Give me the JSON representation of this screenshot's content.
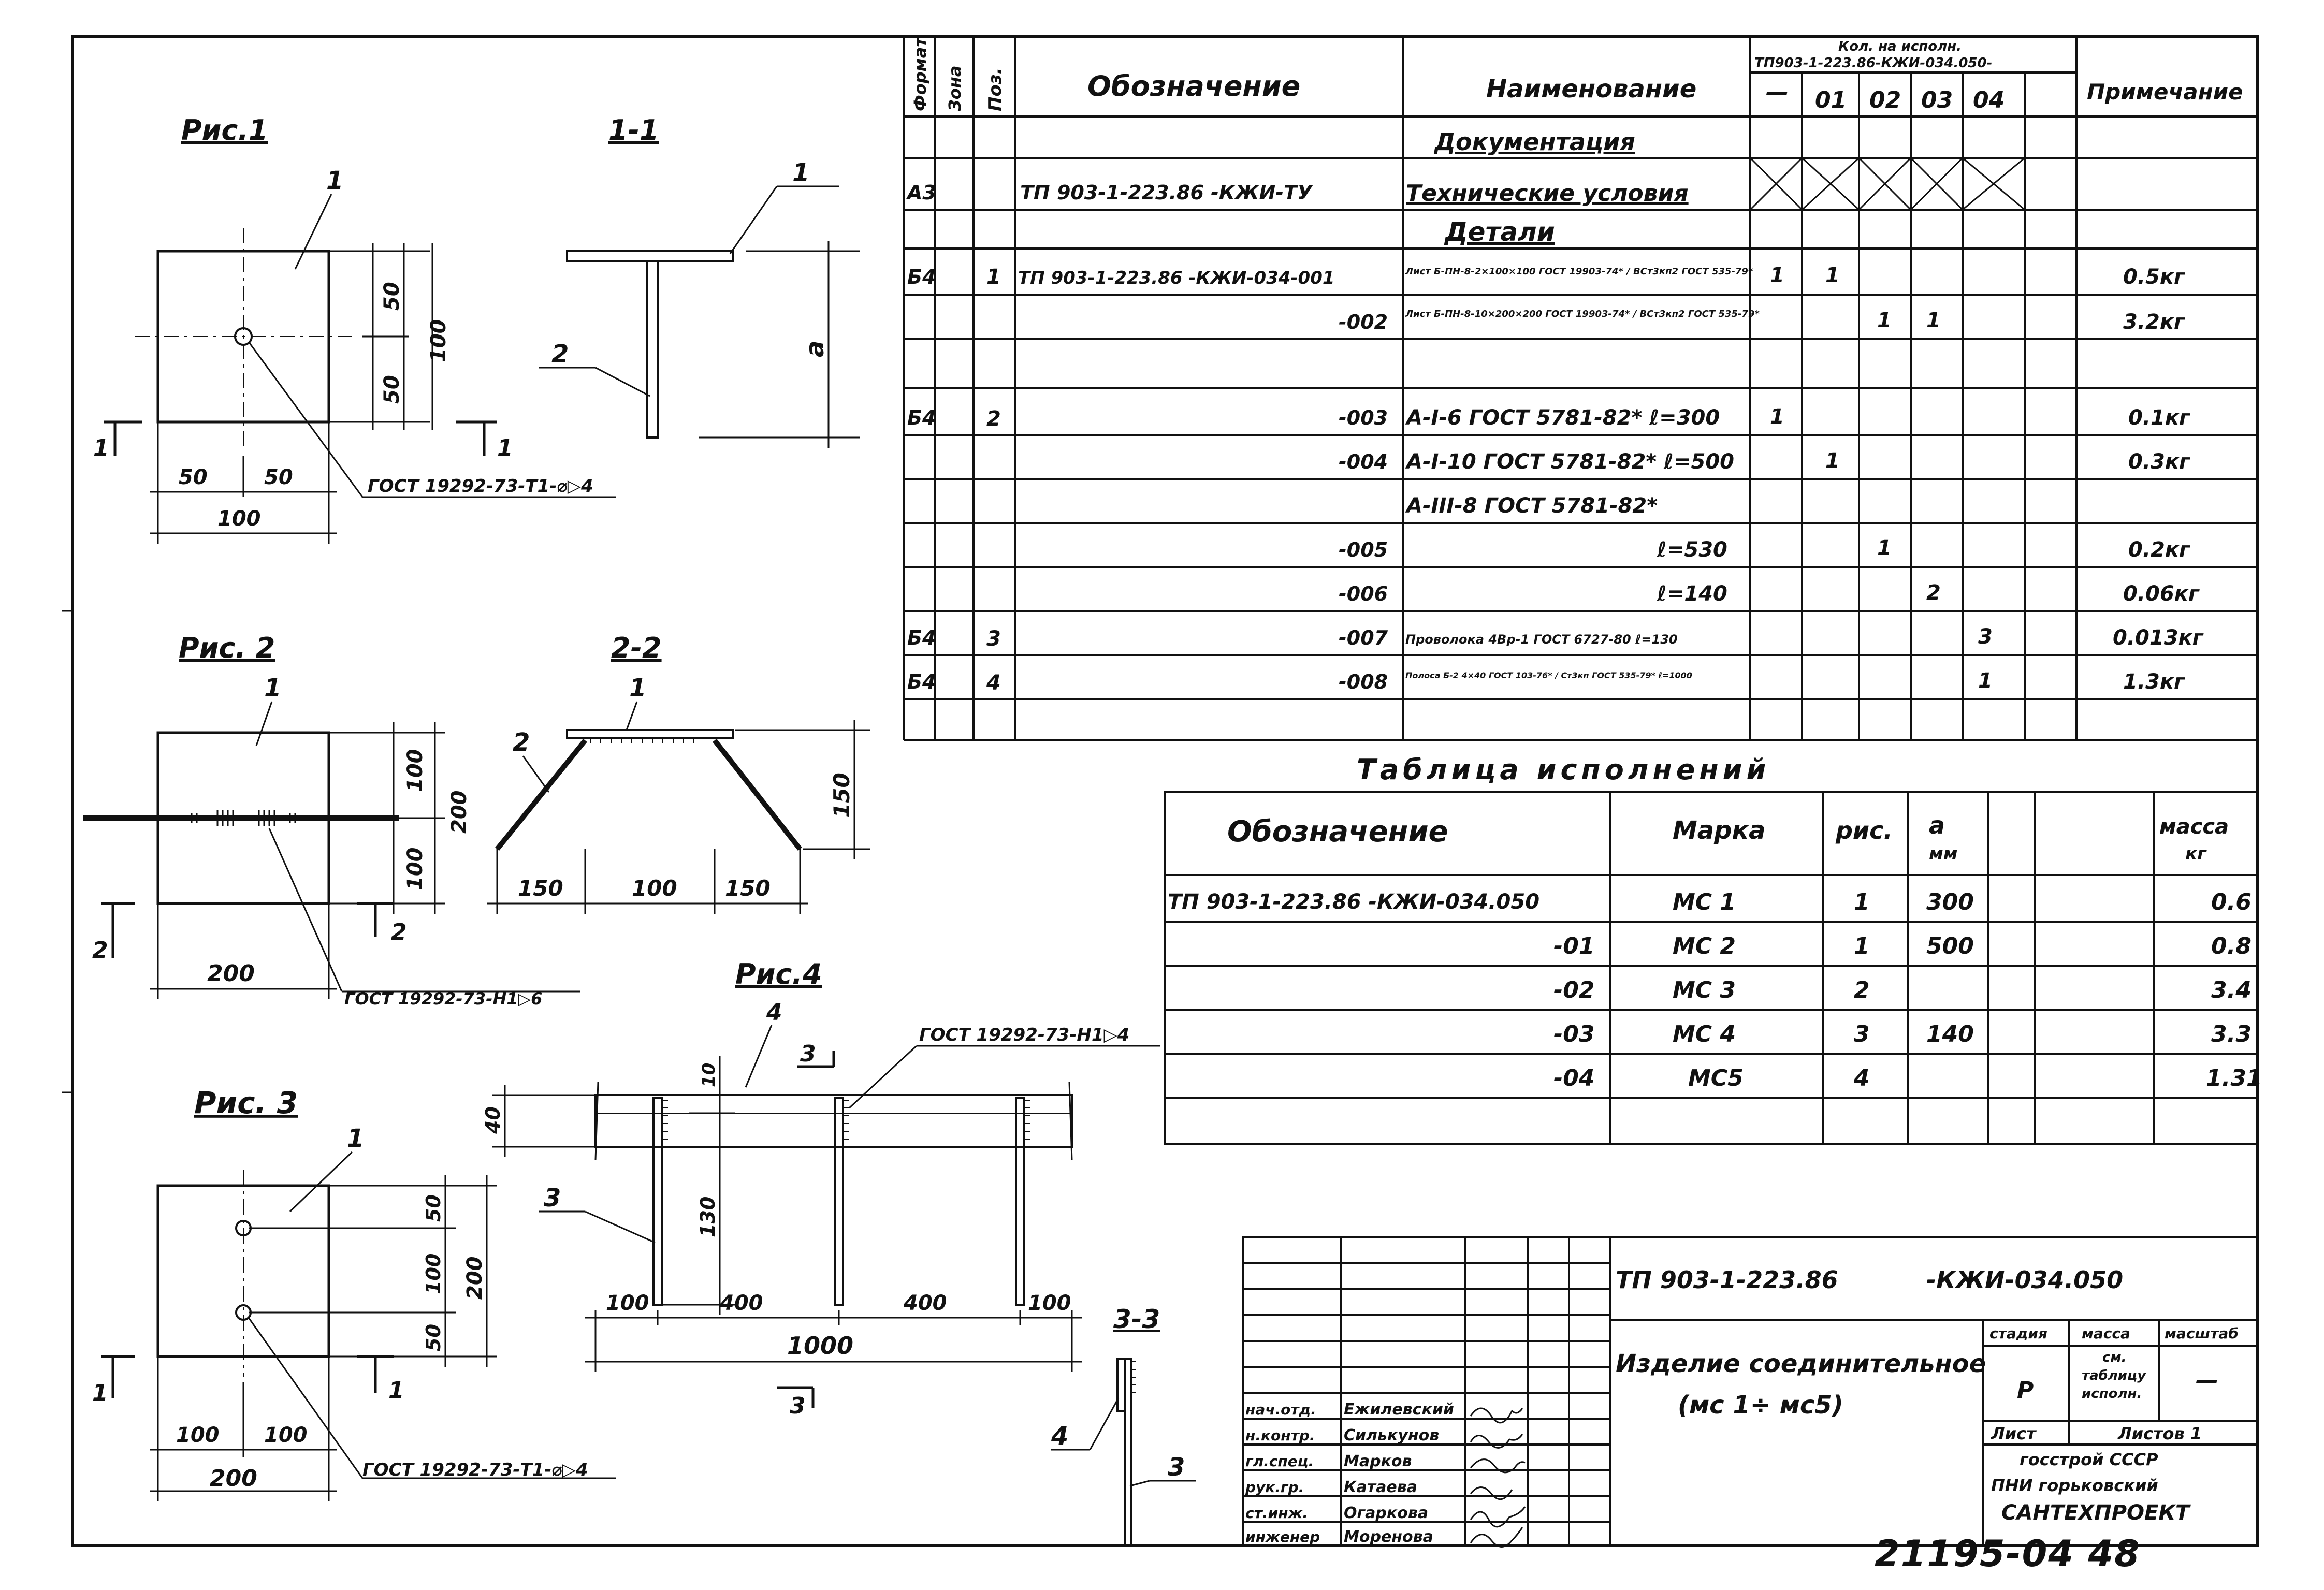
{
  "doc_code": "ТП 903-1-223.86",
  "doc_suffix": "-КЖИ-034.050",
  "title_line1": "Изделие соединительное",
  "title_line2": "(мс 1÷ мс5)",
  "stage_label": "стадия",
  "mass_label": "масса",
  "scale_label": "масштаб",
  "stage_value": "Р",
  "mass_note": [
    "см.",
    "таблицу",
    "исполн."
  ],
  "scale_value": "—",
  "sheet_label": "Лист",
  "sheets_label": "Листов 1",
  "org_line1": "госстрой СССР",
  "org_line2": "ПНИ горьковский",
  "org_line3": "САНТЕХПРОЕКТ",
  "bottom_number": "21195-04 48",
  "signatures": [
    {
      "role": "нач.отд.",
      "name": "Ежилевский"
    },
    {
      "role": "н.контр.",
      "name": "Силькунов"
    },
    {
      "role": "гл.спец.",
      "name": "Марков"
    },
    {
      "role": "рук.гр.",
      "name": "Катаева"
    },
    {
      "role": "ст.инж.",
      "name": "Огаркова"
    },
    {
      "role": "инженер",
      "name": "Моренова"
    }
  ],
  "spec": {
    "headers": {
      "format": "Формат",
      "zone": "Зона",
      "pos": "Поз.",
      "designation": "Обозначение",
      "name": "Наименование",
      "qty_title1": "Кол. на исполн.",
      "qty_title2": "ТП903-1-223.86-КЖИ-034.050-",
      "variants": [
        "—",
        "01",
        "02",
        "03",
        "04",
        ""
      ],
      "note": "Примечание"
    },
    "rows": [
      {
        "format": "",
        "pos": "",
        "designation": "",
        "name": "Документация",
        "v": [
          "",
          "",
          "",
          "",
          "",
          ""
        ],
        "note": "",
        "section": true
      },
      {
        "format": "А3",
        "pos": "",
        "designation": "ТП 903-1-223.86 -КЖИ-ТУ",
        "name": "Технические условия",
        "v": [
          "",
          "",
          "",
          "",
          "",
          ""
        ],
        "note": "",
        "crossed": true
      },
      {
        "format": "",
        "pos": "",
        "designation": "",
        "name": "Детали",
        "v": [
          "",
          "",
          "",
          "",
          "",
          ""
        ],
        "note": "",
        "section": true
      },
      {
        "format": "Б4",
        "pos": "1",
        "designation": "ТП 903-1-223.86 -КЖИ-034-001",
        "name": "Лист Б-ПН-8-2×100×100 ГОСТ 19903-74* / ВСт3кп2 ГОСТ 535-79*",
        "v": [
          "1",
          "1",
          "",
          "",
          "",
          ""
        ],
        "note": "0.5кг"
      },
      {
        "format": "",
        "pos": "",
        "designation": "-002",
        "name": "Лист Б-ПН-8-10×200×200 ГОСТ 19903-74* / ВСт3кп2 ГОСТ 535-79*",
        "v": [
          "",
          "",
          "1",
          "1",
          "",
          ""
        ],
        "note": "3.2кг"
      },
      {
        "format": "",
        "pos": "",
        "designation": "",
        "name": "",
        "v": [
          "",
          "",
          "",
          "",
          "",
          ""
        ],
        "note": ""
      },
      {
        "format": "Б4",
        "pos": "2",
        "designation": "-003",
        "name": "А-I-6 ГОСТ 5781-82* ℓ=300",
        "v": [
          "1",
          "",
          "",
          "",
          "",
          ""
        ],
        "note": "0.1кг"
      },
      {
        "format": "",
        "pos": "",
        "designation": "-004",
        "name": "А-I-10 ГОСТ 5781-82* ℓ=500",
        "v": [
          "",
          "1",
          "",
          "",
          "",
          ""
        ],
        "note": "0.3кг"
      },
      {
        "format": "",
        "pos": "",
        "designation": "",
        "name": "А-III-8 ГОСТ 5781-82*",
        "v": [
          "",
          "",
          "",
          "",
          "",
          ""
        ],
        "note": ""
      },
      {
        "format": "",
        "pos": "",
        "designation": "-005",
        "name": "ℓ=530",
        "v": [
          "",
          "",
          "1",
          "",
          "",
          ""
        ],
        "note": "0.2кг"
      },
      {
        "format": "",
        "pos": "",
        "designation": "-006",
        "name": "ℓ=140",
        "v": [
          "",
          "",
          "",
          "2",
          "",
          ""
        ],
        "note": "0.06кг"
      },
      {
        "format": "Б4",
        "pos": "3",
        "designation": "-007",
        "name": "Проволока 4Вр-1 ГОСТ 6727-80 ℓ=130",
        "v": [
          "",
          "",
          "",
          "",
          "3",
          ""
        ],
        "note": "0.013кг"
      },
      {
        "format": "Б4",
        "pos": "4",
        "designation": "-008",
        "name": "Полоса Б-2 4×40 ГОСТ 103-76* / Ст3кп ГОСТ 535-79* ℓ=1000",
        "v": [
          "",
          "",
          "",
          "",
          "1",
          ""
        ],
        "note": "1.3кг"
      },
      {
        "format": "",
        "pos": "",
        "designation": "",
        "name": "",
        "v": [
          "",
          "",
          "",
          "",
          "",
          ""
        ],
        "note": ""
      }
    ]
  },
  "exec_table": {
    "title": "Таблица исполнений",
    "headers": {
      "designation": "Обозначение",
      "mark": "Марка",
      "fig": "рис.",
      "a": "а",
      "a_unit": "мм",
      "mass": "масса",
      "mass_unit": "кг"
    },
    "rows": [
      {
        "designation": "ТП 903-1-223.86 -КЖИ-034.050",
        "mark": "МС 1",
        "fig": "1",
        "a": "300",
        "mass": "0.6"
      },
      {
        "designation": "-01",
        "mark": "МС 2",
        "fig": "1",
        "a": "500",
        "mass": "0.8"
      },
      {
        "designation": "-02",
        "mark": "МС 3",
        "fig": "2",
        "a": "",
        "mass": "3.4"
      },
      {
        "designation": "-03",
        "mark": "МС 4",
        "fig": "3",
        "a": "140",
        "mass": "3.3"
      },
      {
        "designation": "-04",
        "mark": "МС5",
        "fig": "4",
        "a": "",
        "mass": "1.31"
      },
      {
        "designation": "",
        "mark": "",
        "fig": "",
        "a": "",
        "mass": ""
      }
    ]
  },
  "drawings": {
    "fig1": {
      "title": "Рис.1",
      "pos": "1",
      "dims": [
        "50",
        "50",
        "100",
        "50",
        "50",
        "100"
      ],
      "cut": "1",
      "weld": "ГОСТ 19292-73-Т1-⌀▷4"
    },
    "sec1": {
      "title": "1-1",
      "pos1": "1",
      "pos2": "2",
      "dim": "а"
    },
    "fig2": {
      "title": "Рис. 2",
      "pos": "1",
      "dims": [
        "100",
        "100",
        "200",
        "200"
      ],
      "cut": "2",
      "weld": "ГОСТ 19292-73-Н1▷6"
    },
    "sec2": {
      "title": "2-2",
      "pos1": "1",
      "pos2": "2",
      "dims": [
        "150",
        "100",
        "150",
        "150"
      ]
    },
    "fig3": {
      "title": "Рис. 3",
      "pos": "1",
      "dims": [
        "50",
        "100",
        "50",
        "200",
        "100",
        "100",
        "200"
      ],
      "cut": "1",
      "weld": "ГОСТ 19292-73-Т1-⌀▷4"
    },
    "fig4": {
      "title": "Рис.4",
      "pos": "4",
      "cut": "3",
      "pos3": "3",
      "dims": [
        "10",
        "40",
        "130",
        "100",
        "400",
        "400",
        "100",
        "1000"
      ],
      "weld": "ГОСТ 19292-73-Н1▷4"
    },
    "sec3": {
      "title": "3-3",
      "pos4": "4",
      "pos3": "3"
    }
  }
}
